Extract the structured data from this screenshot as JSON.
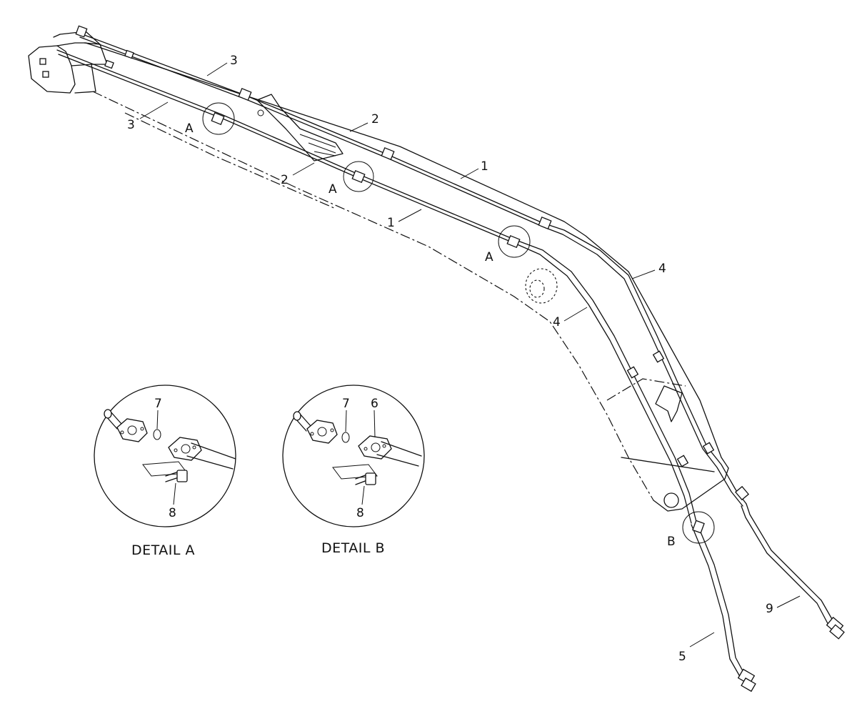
{
  "callouts": [
    {
      "id": "c-3-top",
      "text": "3"
    },
    {
      "id": "c-3-left",
      "text": "3"
    },
    {
      "id": "c-2-top",
      "text": "2"
    },
    {
      "id": "c-2-mid",
      "text": "2"
    },
    {
      "id": "c-1-top",
      "text": "1"
    },
    {
      "id": "c-1-mid",
      "text": "1"
    },
    {
      "id": "c-4-right",
      "text": "4"
    },
    {
      "id": "c-4-left",
      "text": "4"
    },
    {
      "id": "c-5",
      "text": "5"
    },
    {
      "id": "c-9",
      "text": "9"
    }
  ],
  "detail_markers": [
    {
      "id": "m-a1",
      "text": "A"
    },
    {
      "id": "m-a2",
      "text": "A"
    },
    {
      "id": "m-a3",
      "text": "A"
    },
    {
      "id": "m-b",
      "text": "B"
    }
  ],
  "details": [
    {
      "id": "detail-a",
      "caption": "DETAIL A",
      "parts": [
        "7",
        "8"
      ]
    },
    {
      "id": "detail-b",
      "caption": "DETAIL B",
      "parts": [
        "7",
        "6",
        "8"
      ]
    }
  ]
}
